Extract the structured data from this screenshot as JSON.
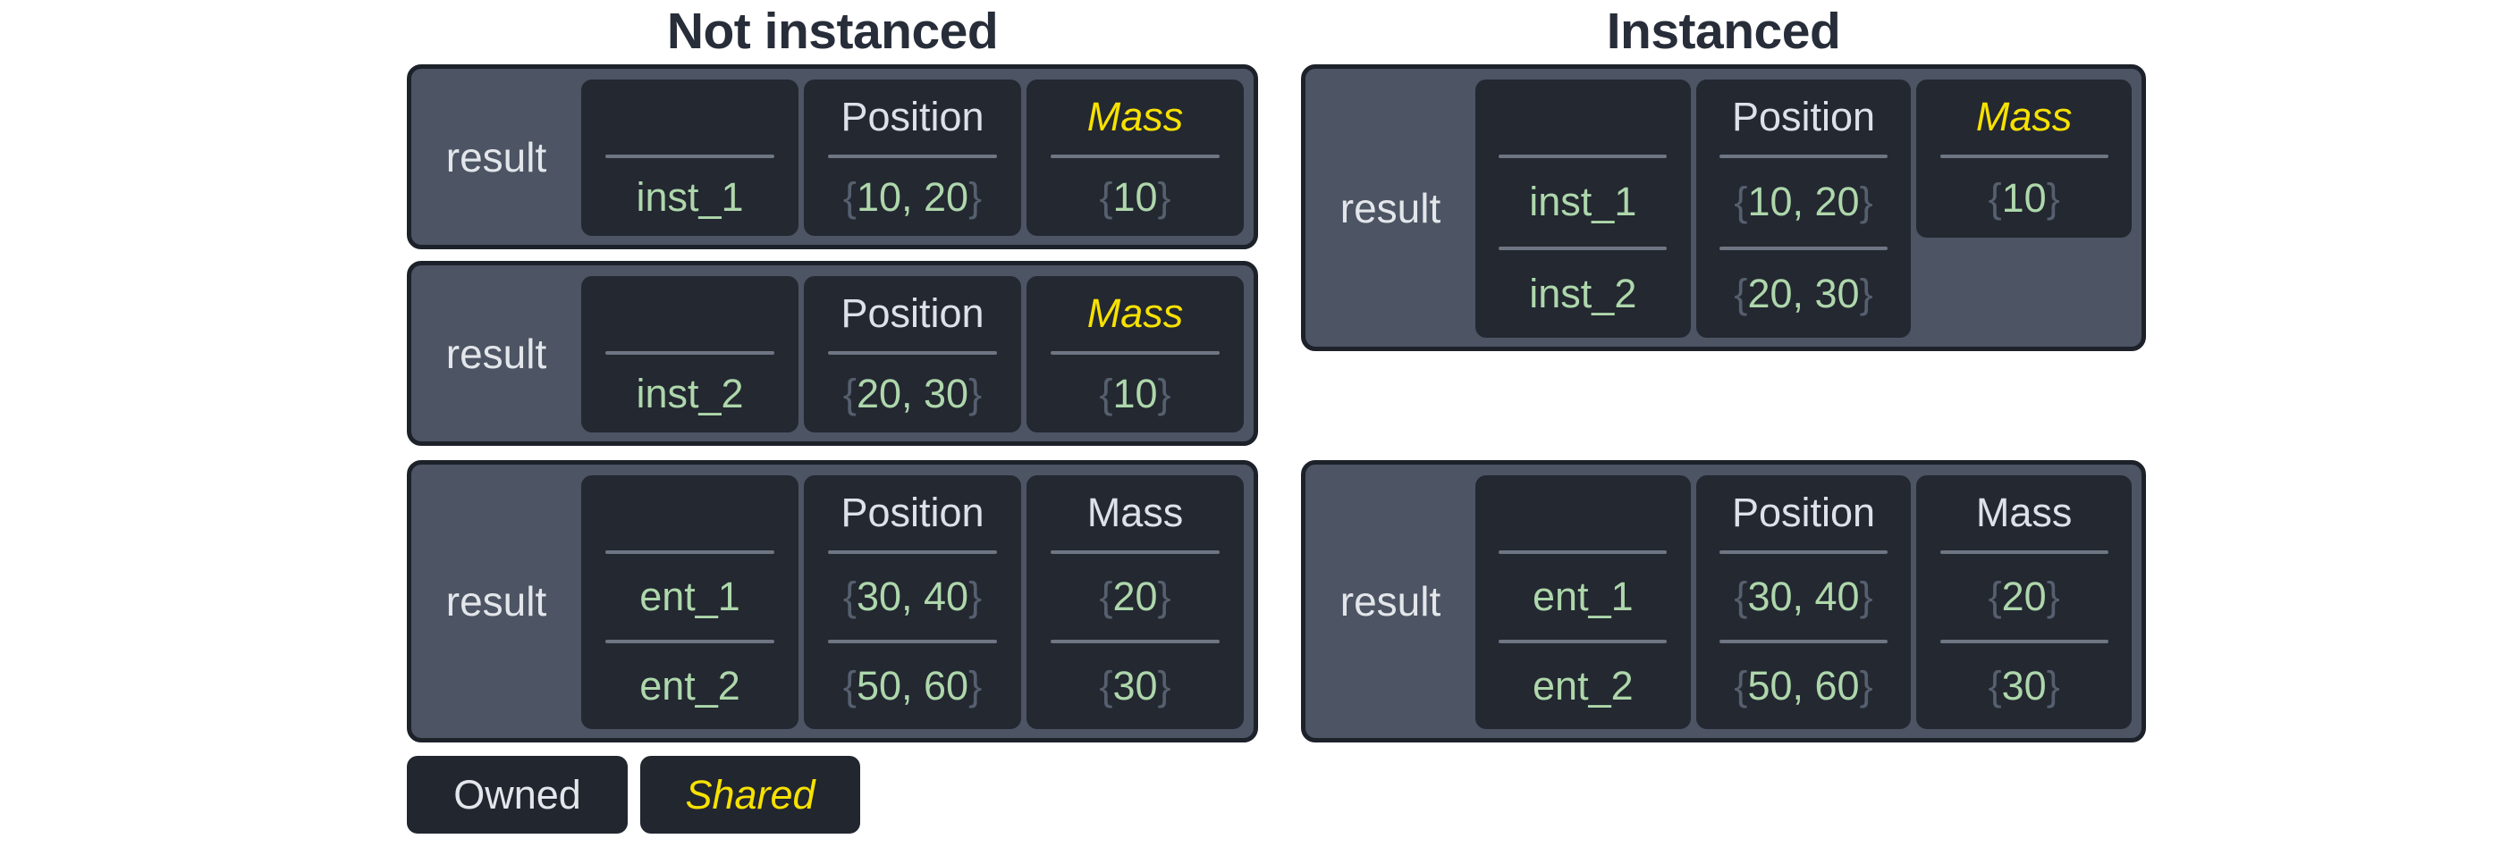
{
  "titles": {
    "not_instanced": "Not instanced",
    "instanced": "Instanced"
  },
  "legend": {
    "owned": "Owned",
    "shared": "Shared"
  },
  "colors": {
    "shared_accent": "#f7e100",
    "value_green": "#aed7ab",
    "brace_gray": "#565f6e",
    "panel_fill": "#4d5463",
    "cell_fill": "#232831",
    "border_dark": "#1d212a",
    "header_text": "#dde1e8",
    "title_text": "#272d39"
  },
  "tables": {
    "ni1": {
      "result": "result",
      "entity": {
        "header": "",
        "rows": [
          "inst_1"
        ]
      },
      "position": {
        "header": "Position",
        "rows": [
          {
            "open": "{",
            "value": "10, 20",
            "close": "}"
          }
        ]
      },
      "mass": {
        "header": "Mass",
        "rows": [
          {
            "open": "{",
            "value": "10",
            "close": "}"
          }
        ]
      }
    },
    "ni2": {
      "result": "result",
      "entity": {
        "header": "",
        "rows": [
          "inst_2"
        ]
      },
      "position": {
        "header": "Position",
        "rows": [
          {
            "open": "{",
            "value": "20, 30",
            "close": "}"
          }
        ]
      },
      "mass": {
        "header": "Mass",
        "rows": [
          {
            "open": "{",
            "value": "10",
            "close": "}"
          }
        ]
      }
    },
    "ni3": {
      "result": "result",
      "entity": {
        "header": "",
        "rows": [
          "ent_1",
          "ent_2"
        ]
      },
      "position": {
        "header": "Position",
        "rows": [
          {
            "open": "{",
            "value": "30, 40",
            "close": "}"
          },
          {
            "open": "{",
            "value": "50, 60",
            "close": "}"
          }
        ]
      },
      "mass": {
        "header": "Mass",
        "rows": [
          {
            "open": "{",
            "value": "20",
            "close": "}"
          },
          {
            "open": "{",
            "value": "30",
            "close": "}"
          }
        ]
      }
    },
    "i1": {
      "result": "result",
      "entity": {
        "header": "",
        "rows": [
          "inst_1",
          "inst_2"
        ]
      },
      "position": {
        "header": "Position",
        "rows": [
          {
            "open": "{",
            "value": "10, 20",
            "close": "}"
          },
          {
            "open": "{",
            "value": "20, 30",
            "close": "}"
          }
        ]
      },
      "mass": {
        "header": "Mass",
        "rows": [
          {
            "open": "{",
            "value": "10",
            "close": "}"
          }
        ]
      }
    },
    "i2": {
      "result": "result",
      "entity": {
        "header": "",
        "rows": [
          "ent_1",
          "ent_2"
        ]
      },
      "position": {
        "header": "Position",
        "rows": [
          {
            "open": "{",
            "value": "30, 40",
            "close": "}"
          },
          {
            "open": "{",
            "value": "50, 60",
            "close": "}"
          }
        ]
      },
      "mass": {
        "header": "Mass",
        "rows": [
          {
            "open": "{",
            "value": "20",
            "close": "}"
          },
          {
            "open": "{",
            "value": "30",
            "close": "}"
          }
        ]
      }
    }
  }
}
